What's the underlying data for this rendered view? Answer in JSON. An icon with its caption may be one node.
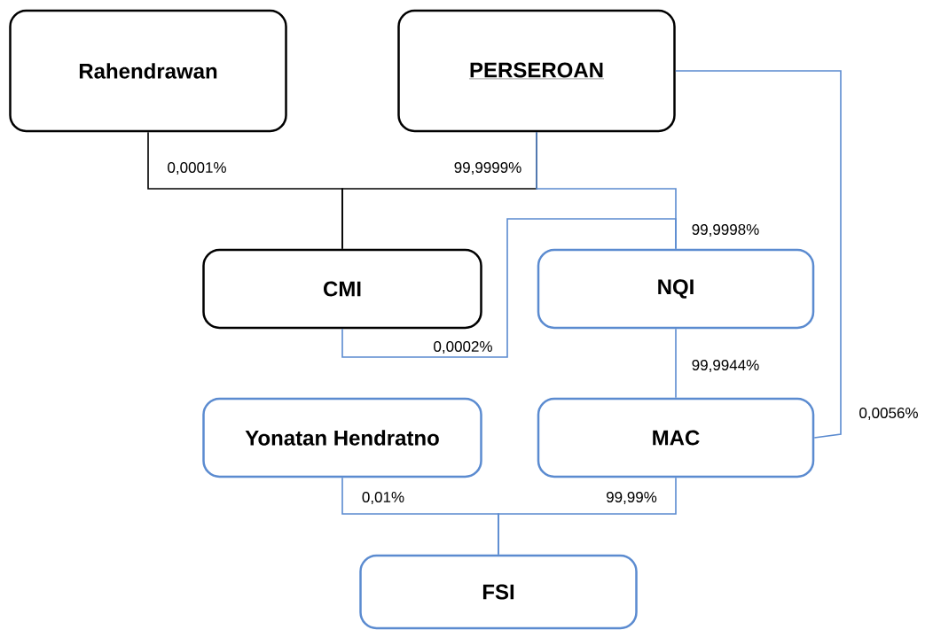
{
  "diagram": {
    "nodes": [
      {
        "text": [
          "Rahendrawan"
        ]
      },
      {
        "text": [
          "PERSEROAN"
        ]
      },
      {
        "text": [
          "CMI"
        ]
      },
      {
        "text": [
          "NQI"
        ]
      },
      {
        "text": [
          "Yonatan Hendratno"
        ]
      },
      {
        "text": [
          "MAC"
        ]
      },
      {
        "text": [
          "FSI"
        ]
      }
    ],
    "edges": [
      {
        "from": 0,
        "to": 2,
        "arrow": "none",
        "label": "0,0001%",
        "color": "#000000"
      },
      {
        "from": 1,
        "to": 2,
        "arrow": "none",
        "label": "99,9999%",
        "color": "#000000"
      },
      {
        "from": 1,
        "to": 3,
        "arrow": "none",
        "label": "99,9998%"
      },
      {
        "from": 2,
        "to": 3,
        "arrow": "none",
        "label": "0,0002%"
      },
      {
        "from": 3,
        "to": 5,
        "arrow": "none",
        "label": "99,9944%"
      },
      {
        "from": 1,
        "to": 5,
        "arrow": "none",
        "label": "0,0056%"
      },
      {
        "from": 4,
        "to": 6,
        "arrow": "none",
        "label": "0,01%"
      },
      {
        "from": 5,
        "to": 6,
        "arrow": "none",
        "label": "99,99%"
      }
    ]
  }
}
